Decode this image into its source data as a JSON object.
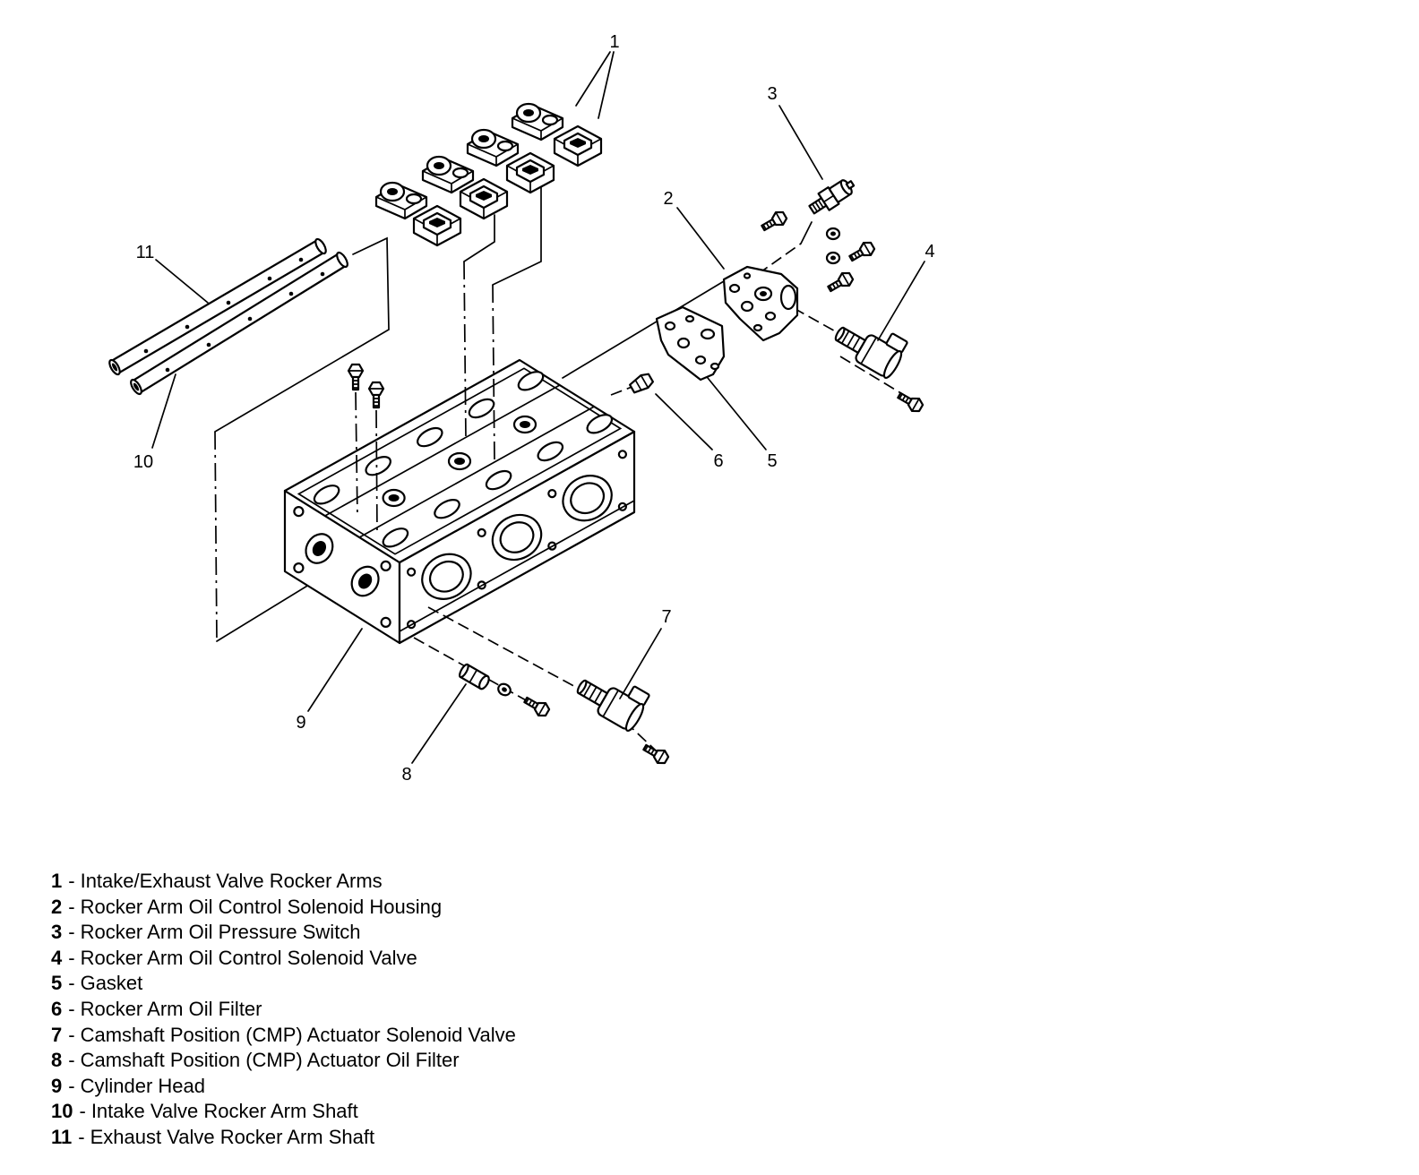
{
  "callouts": [
    "1",
    "2",
    "3",
    "4",
    "5",
    "6",
    "7",
    "8",
    "9",
    "10",
    "11"
  ],
  "legend": {
    "separator": "-",
    "items": [
      {
        "number": "1",
        "label": "Intake/Exhaust Valve Rocker Arms"
      },
      {
        "number": "2",
        "label": "Rocker Arm Oil Control Solenoid Housing"
      },
      {
        "number": "3",
        "label": "Rocker Arm Oil Pressure Switch"
      },
      {
        "number": "4",
        "label": "Rocker Arm Oil Control Solenoid Valve"
      },
      {
        "number": "5",
        "label": "Gasket"
      },
      {
        "number": "6",
        "label": "Rocker Arm Oil Filter"
      },
      {
        "number": "7",
        "label": "Camshaft Position (CMP) Actuator Solenoid Valve"
      },
      {
        "number": "8",
        "label": "Camshaft Position (CMP) Actuator Oil Filter"
      },
      {
        "number": "9",
        "label": "Cylinder Head"
      },
      {
        "number": "10",
        "label": "Intake Valve Rocker Arm Shaft"
      },
      {
        "number": "11",
        "label": "Exhaust Valve Rocker Arm Shaft"
      }
    ]
  }
}
